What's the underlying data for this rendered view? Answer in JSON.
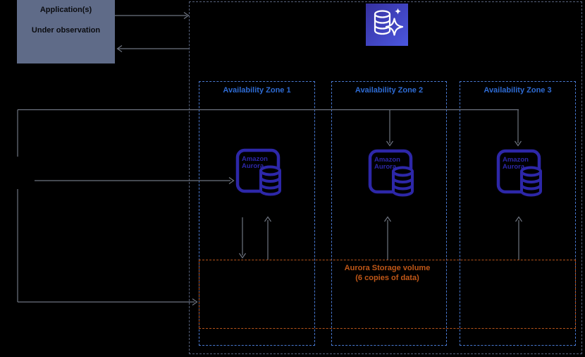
{
  "colors": {
    "canvas_bg": "#000000",
    "app_box_fill": "#5F6B88",
    "app_box_text": "#0B0C10",
    "outer_border": "#56617C",
    "az_border": "#4878D0",
    "az_text": "#2E6BD3",
    "storage_border": "#B5531A",
    "storage_text": "#C05717",
    "connector": "#6E7480",
    "aurora_stroke": "#2D27A8",
    "icon_grad_start": "#35309E",
    "icon_grad_end": "#4B57E0"
  },
  "app_box": {
    "line1": "Application(s)",
    "line2": "Under observation"
  },
  "icons": {
    "service": "amazon-aurora-service-icon",
    "instance": "amazon-aurora-instance-icon"
  },
  "zones": [
    {
      "label": "Availability Zone 1"
    },
    {
      "label": "Availability Zone 2"
    },
    {
      "label": "Availability Zone 3"
    }
  ],
  "instance_label": {
    "line1": "Amazon",
    "line2": "Aurora"
  },
  "storage": {
    "line1": "Aurora Storage volume",
    "line2": "(6 copies of data)"
  }
}
